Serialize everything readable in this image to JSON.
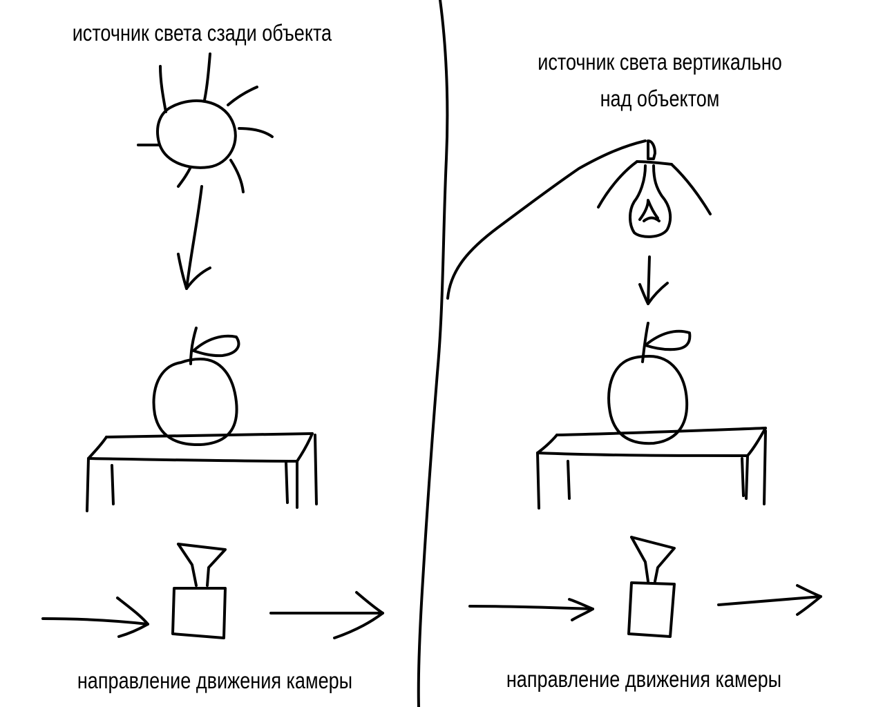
{
  "left_panel": {
    "light_label": "источник света сзади объекта",
    "motion_label": "направление движения камеры",
    "light_icon": "sun-icon"
  },
  "right_panel": {
    "light_label_line1": "источник света вертикально",
    "light_label_line2": "над объектом",
    "motion_label": "направление движения камеры",
    "light_icon": "lamp-bulb-icon"
  },
  "icons": [
    "sun-icon",
    "lamp-bulb-icon",
    "apple-icon",
    "table-icon",
    "camera-icon",
    "arrow-icon"
  ],
  "colors": {
    "ink": "#000000",
    "background": "#ffffff"
  }
}
